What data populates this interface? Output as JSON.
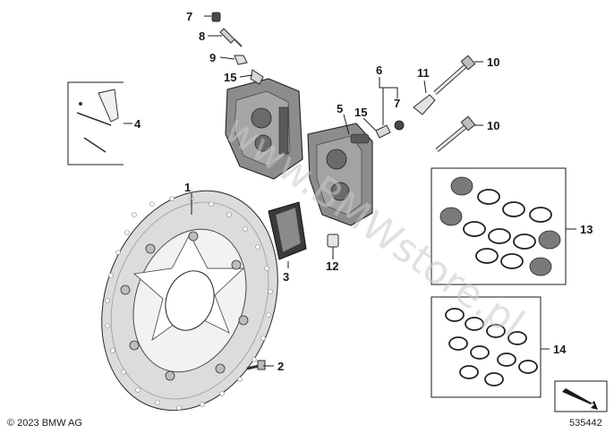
{
  "diagram": {
    "copyright": "© 2023 BMW AG",
    "image_number": "535442",
    "watermark": "www.BMWstore.pl",
    "callouts": {
      "c1": "1",
      "c2": "2",
      "c3": "3",
      "c4": "4",
      "c5": "5",
      "c6": "6",
      "c7a": "7",
      "c7b": "7",
      "c8": "8",
      "c9": "9",
      "c10a": "10",
      "c10b": "10",
      "c11": "11",
      "c12": "12",
      "c13": "13",
      "c14": "14",
      "c15a": "15",
      "c15b": "15"
    }
  }
}
